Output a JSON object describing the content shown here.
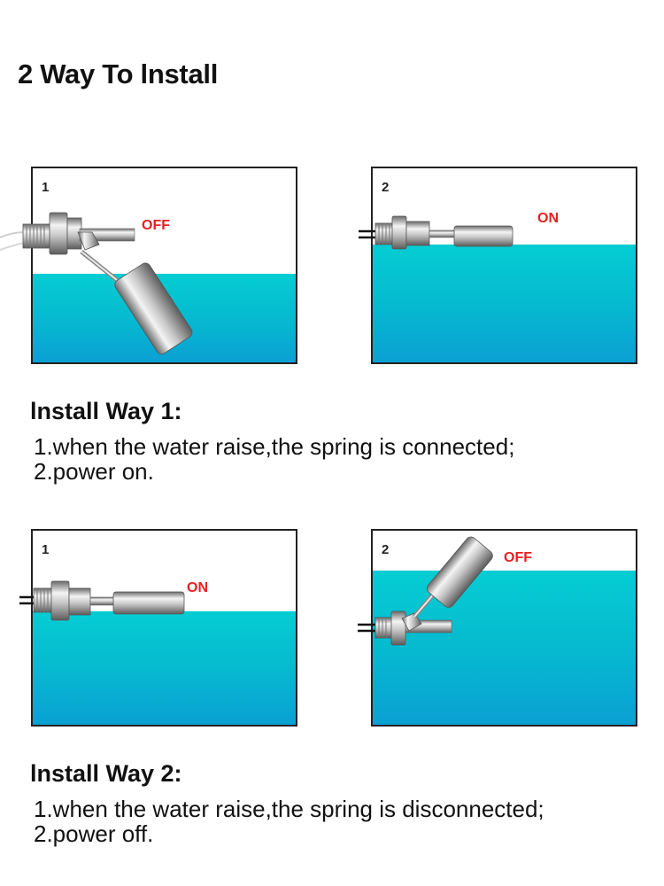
{
  "title": "2 Way To lnstall",
  "colors": {
    "state_label": "#e82020",
    "water_top": "#05cdd2",
    "water_bottom": "#0aa0d3"
  },
  "way1": {
    "heading": "lnstall Way 1:",
    "lines": [
      "1.when the water raise,the spring is connected;",
      "2.power on."
    ],
    "panels": [
      {
        "number": "1",
        "state": "OFF"
      },
      {
        "number": "2",
        "state": "ON"
      }
    ]
  },
  "way2": {
    "heading": "lnstall Way 2:",
    "lines": [
      "1.when the water raise,the spring is disconnected;",
      "2.power off."
    ],
    "panels": [
      {
        "number": "1",
        "state": "ON"
      },
      {
        "number": "2",
        "state": "OFF"
      }
    ]
  }
}
